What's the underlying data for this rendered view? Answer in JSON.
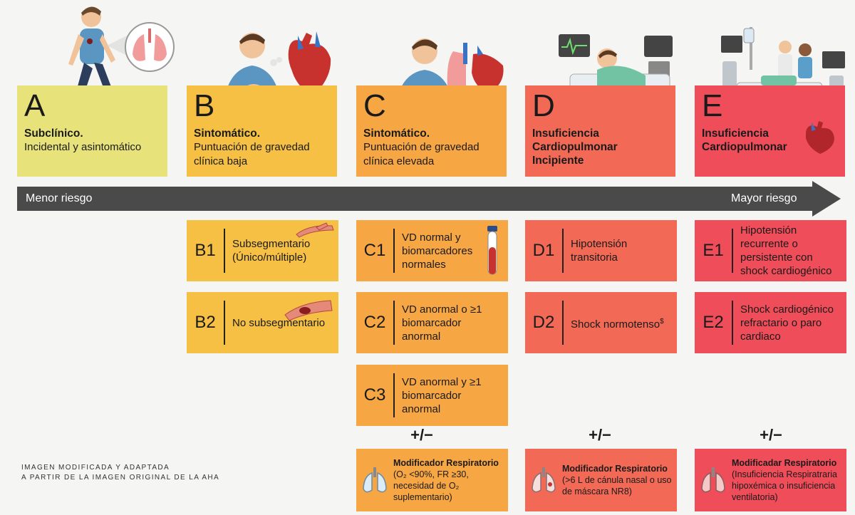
{
  "categories": [
    {
      "letter": "A",
      "title": "Subclínico.",
      "desc": "Incidental y asintomático"
    },
    {
      "letter": "B",
      "title": "Sintomático.",
      "desc": "Puntuación de gravedad clínica baja"
    },
    {
      "letter": "C",
      "title": "Sintomático.",
      "desc": "Puntuación de gravedad clínica elevada"
    },
    {
      "letter": "D",
      "title": "Insuficiencia Cardiopulmonar Incipiente",
      "desc": ""
    },
    {
      "letter": "E",
      "title": "Insuficiencia Cardiopulmonar",
      "desc": ""
    }
  ],
  "risk": {
    "low": "Menor riesgo",
    "high": "Mayor riesgo"
  },
  "subcategories": {
    "B1": "Subsegmentario (Único/múltiple)",
    "B2": "No subsegmentario",
    "C1": "VD normal y biomarcadores normales",
    "C2": "VD anormal o ≥1 biomarcador anormal",
    "C3": "VD anormal y ≥1 biomarcador anormal",
    "D1": "Hipotensión transitoria",
    "D2": "Shock normotenso",
    "D2_sup": "$",
    "E1": "Hipotensión recurrente o persistente con shock cardiogénico",
    "E2": "Shock cardiogénico refractario o paro cardiaco"
  },
  "plus_minus": "+/−",
  "modifiers": {
    "C": {
      "title": "Modificador Respiratorio",
      "text": "(O₂ <90%, FR ≥30, necesidad de O₂ suplementario)"
    },
    "D": {
      "title": "Modificador Respiratorio",
      "text": "(>6 L de cánula nasal o uso de máscara NR8)"
    },
    "E": {
      "title": "Modificadar Respiratorio",
      "text": "(Insuficiencia Respiratraria hipoxémica o insuficiencia ventilatoria)"
    }
  },
  "credit": {
    "line1": "IMAGEN MODIFICADA Y ADAPTADA",
    "line2": "A PARTIR DE LA IMAGEN ORIGINAL DE LA AHA"
  },
  "colors": {
    "A": "#e7e37a",
    "B": "#f5c043",
    "C": "#f7a644",
    "D": "#f26a56",
    "E": "#ef4d5a",
    "arrow": "#4a4a4a"
  }
}
